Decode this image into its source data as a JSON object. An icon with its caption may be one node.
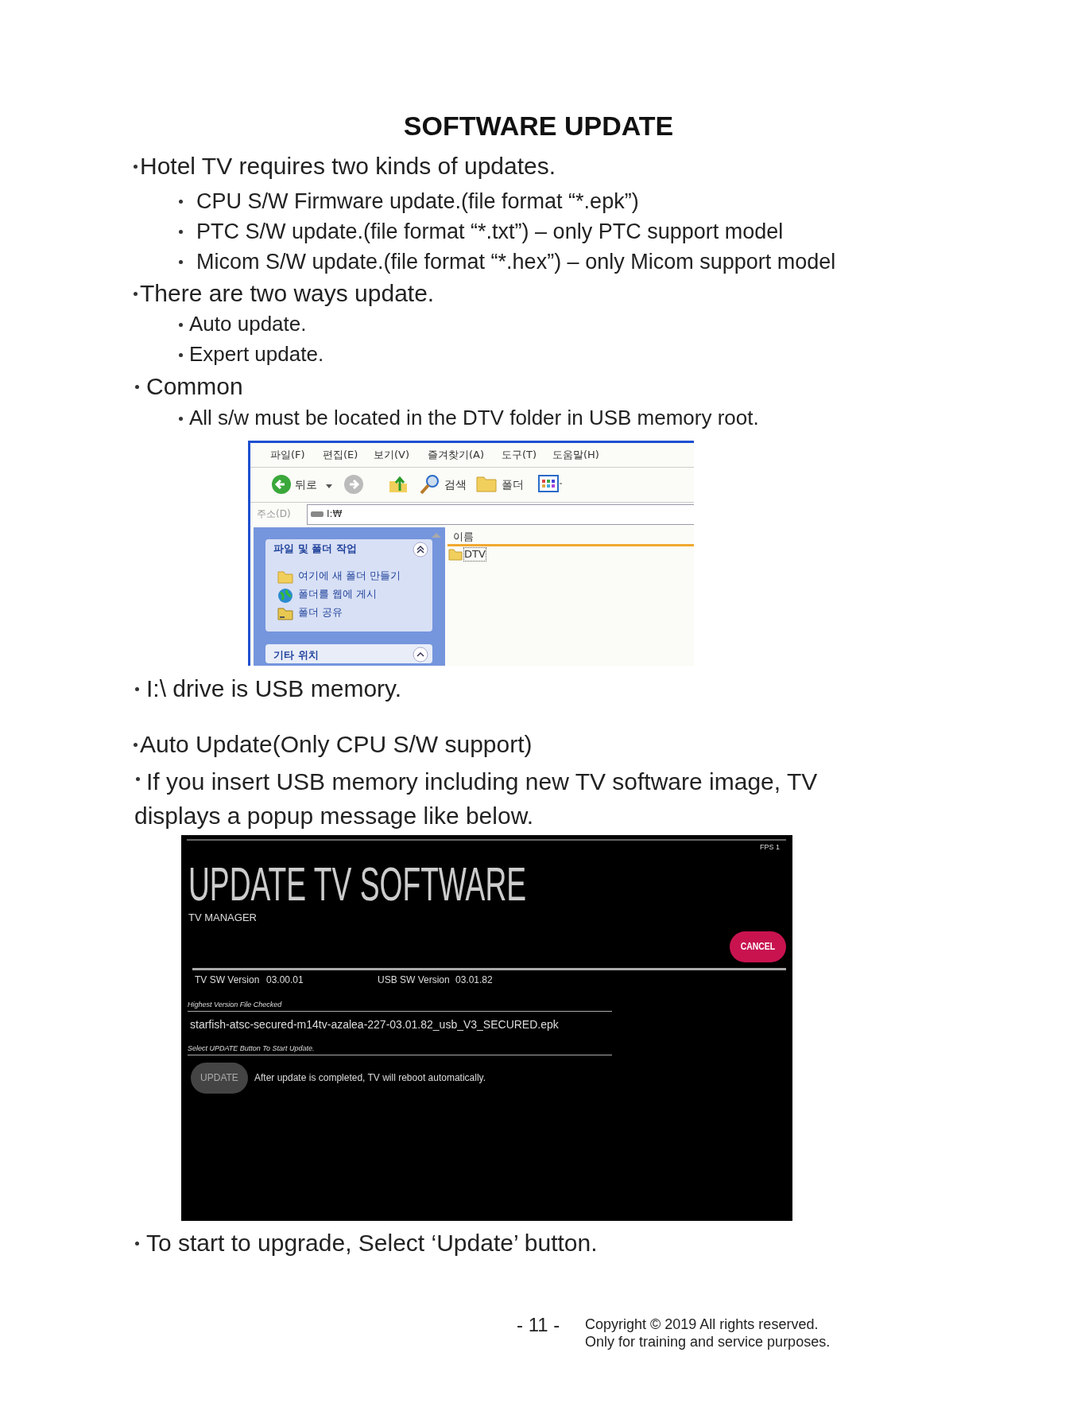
{
  "diagram": {
    "title": "SOFTWARE UPDATE",
    "labels": [
      "Hotel TV requires two kinds of updates.",
      "CPU S/W Firmware update.(file format “*.epk”)",
      "PTC S/W update.(file format “*.txt”) – only PTC support model",
      "Micom S/W update.(file format “*.hex”) – only Micom support model",
      "There are two ways update.",
      "Auto update.",
      "Expert update.",
      "Common",
      "All s/w must be located in the DTV folder in USB memory root.",
      "파일(F)",
      "편집(E)",
      "보기(V)",
      "즐겨찾기(A)",
      "도구(T)",
      "도움말(H)",
      "뒤로",
      "검색",
      "폴더",
      "주소(D)",
      "I:₩",
      "이름",
      "DTV",
      "파일 및 폴더 작업",
      "여기에 새 폴더 만들기",
      "폴더를 웹에 게시",
      "폴더 공유",
      "기타 위치",
      "I:\\ drive is USB memory.",
      "Auto Update(Only CPU S/W support)",
      "If you insert USB memory including new TV software image, TV displays a popup message like below.",
      "FPS 1",
      "UPDATE TV SOFTWARE",
      "TV MANAGER",
      "CANCEL",
      "TV SW Version",
      "03.00.01",
      "USB SW Version",
      "03.01.82",
      "Highest Version File Checked",
      "starfish-atsc-secured-m14tv-azalea-227-03.01.82_usb_V3_SECURED.epk",
      "Select UPDATE Button To Start Update.",
      "UPDATE",
      "After update is completed,  TV will reboot automatically.",
      "To start to upgrade, Select ‘Update’ button.",
      "- 11 -",
      "Copyright © 2019 All rights reserved.",
      "Only for training and service purposes."
    ]
  }
}
